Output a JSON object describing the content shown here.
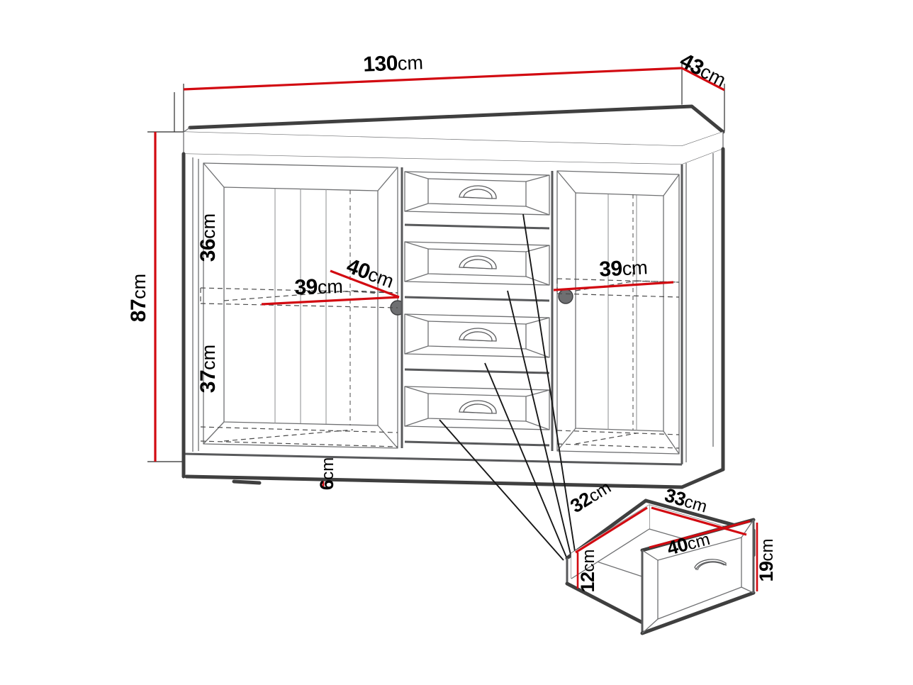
{
  "diagram": {
    "title": "Sideboard dimension drawing",
    "product_type": "2-door 4-drawer sideboard",
    "unit": "cm",
    "colors": {
      "dimension_line": "#d20a11",
      "outline_dark": "#3f3f3f",
      "outline_light": "#6f7072",
      "hidden_line": "#4a4a4a",
      "handle_fill": "#6e6f71",
      "background": "#ffffff"
    }
  },
  "dimensions": {
    "overall_width": {
      "value": "130",
      "unit": "cm",
      "label": "130cm",
      "target": "cabinet-top-front-edge"
    },
    "overall_depth": {
      "value": "43",
      "unit": "cm",
      "label": "43cm",
      "target": "cabinet-top-side-edge"
    },
    "overall_height": {
      "value": "87",
      "unit": "cm",
      "label": "87cm",
      "target": "cabinet-left-side"
    },
    "upper_compartment_height": {
      "value": "36",
      "unit": "cm",
      "label": "36cm",
      "target": "left-cabinet-upper"
    },
    "lower_compartment_height": {
      "value": "37",
      "unit": "cm",
      "label": "37cm",
      "target": "left-cabinet-lower"
    },
    "plinth_height": {
      "value": "6",
      "unit": "cm",
      "label": "6cm",
      "target": "cabinet-plinth"
    },
    "left_shelf_width": {
      "value": "39",
      "unit": "cm",
      "label": "39cm",
      "target": "left-shelf"
    },
    "left_shelf_depth": {
      "value": "40",
      "unit": "cm",
      "label": "40cm",
      "target": "left-shelf-depth"
    },
    "right_shelf_width": {
      "value": "39",
      "unit": "cm",
      "label": "39cm",
      "target": "right-shelf"
    },
    "drawer_inner_depth": {
      "value": "32",
      "unit": "cm",
      "label": "32cm",
      "target": "drawer-box-left-edge"
    },
    "drawer_inner_width": {
      "value": "33",
      "unit": "cm",
      "label": "33cm",
      "target": "drawer-box-back-edge"
    },
    "drawer_box_height": {
      "value": "12",
      "unit": "cm",
      "label": "12cm",
      "target": "drawer-box-side"
    },
    "drawer_front_width": {
      "value": "40",
      "unit": "cm",
      "label": "40cm",
      "target": "drawer-front-top-edge"
    },
    "drawer_front_height": {
      "value": "19",
      "unit": "cm",
      "label": "19cm",
      "target": "drawer-front-side"
    }
  },
  "labels": {
    "w130_num": "130",
    "w130_unit": "cm",
    "d43_num": "43",
    "d43_unit": "cm",
    "h87_num": "87",
    "h87_unit": "cm",
    "h36_num": "36",
    "h36_unit": "cm",
    "h37_num": "37",
    "h37_unit": "cm",
    "h6_num": "6",
    "h6_unit": "cm",
    "shelf39L_num": "39",
    "shelf39L_unit": "cm",
    "shelf40_num": "40",
    "shelf40_unit": "cm",
    "shelf39R_num": "39",
    "shelf39R_unit": "cm",
    "dr32_num": "32",
    "dr32_unit": "cm",
    "dr33_num": "33",
    "dr33_unit": "cm",
    "dr12_num": "12",
    "dr12_unit": "cm",
    "dr40_num": "40",
    "dr40_unit": "cm",
    "dr19_num": "19",
    "dr19_unit": "cm"
  },
  "components": {
    "left_door": {
      "name": "left-hinged-door",
      "handle": "round-knob",
      "panels": 3
    },
    "right_door": {
      "name": "right-hinged-door",
      "handle": "round-knob",
      "panels": 3
    },
    "drawer_stack": {
      "name": "center-drawer-column",
      "count": 4,
      "handle": "cup-pull",
      "drawers": [
        {
          "index": 1,
          "name": "drawer-1"
        },
        {
          "index": 2,
          "name": "drawer-2"
        },
        {
          "index": 3,
          "name": "drawer-3"
        },
        {
          "index": 4,
          "name": "drawer-4"
        }
      ]
    },
    "detail_view": {
      "name": "drawer-detail-callout",
      "description": "Enlarged open drawer showing box and front dimensions",
      "handle": "cup-pull"
    },
    "shelves": [
      {
        "name": "left-interior-shelf",
        "style": "hidden-dashed"
      },
      {
        "name": "right-interior-shelf",
        "style": "hidden-dashed"
      }
    ],
    "plinth": {
      "name": "base-plinth"
    },
    "top": {
      "name": "cabinet-top-slab"
    }
  }
}
